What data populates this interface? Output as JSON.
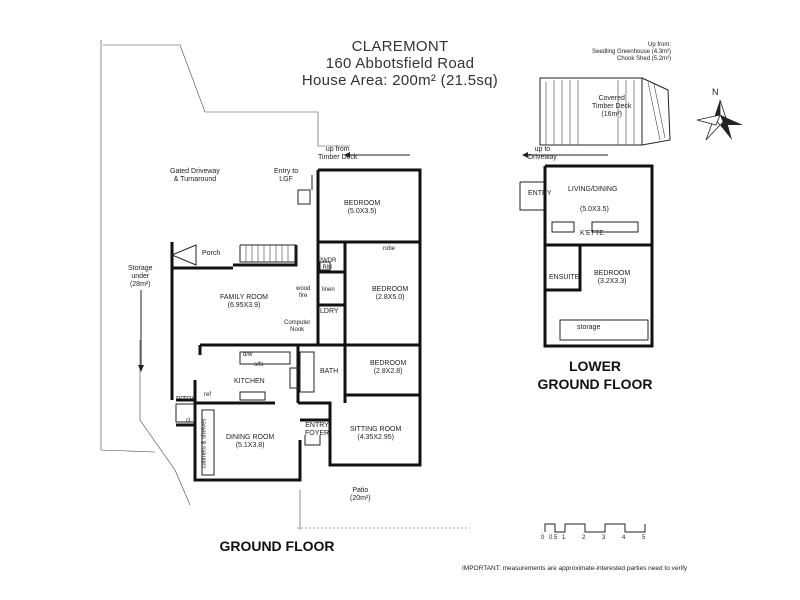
{
  "header": {
    "title": "CLAREMONT",
    "address": "160 Abbotsfield Road",
    "area": "House Area: 200m² (21.5sq)"
  },
  "ground_floor": {
    "title": "GROUND FLOOR",
    "labels": {
      "gated_driveway": "Gated Driveway\n& Turnaround",
      "storage_under": "Storage\nunder\n(28m²)",
      "entry_lgf": "Entry to\nLGF",
      "up_timber_deck": "up from\nTimber Deck",
      "bedroom1": "BEDROOM\n(5.0X3.5)",
      "porch": "Porch",
      "pwdr": "PWDR\nRM",
      "robe": "robe",
      "family_room": "FAMILY ROOM\n(6.95X3.9)",
      "wood_fire": "wood\nfire",
      "linen": "linen",
      "bedroom2": "BEDROOM\n(2.8X5.0)",
      "ldry": "LDRY",
      "computer_nook": "Computer\nNook",
      "dw": "d/w",
      "sfs": "s/fs",
      "kitchen": "KITCHEN",
      "bath": "BATH",
      "bedroom3": "BEDROOM\n(2.8X2.8)",
      "ptry": "P'TRY",
      "ref": "ref",
      "cl": "cl",
      "entry_foyer": "ENTRY\nFOYER",
      "cabinets": "cabinets & shelves",
      "dining_room": "DINING ROOM\n(5.1X3.8)",
      "sitting_room": "SITTING ROOM\n(4.35X2.95)",
      "patio": "Patio\n(20m²)"
    }
  },
  "lower_ground_floor": {
    "title": "LOWER\nGROUND FLOOR",
    "labels": {
      "up_from": "Up from:\nSeedling Greenhouse (4.3m²)\nChook Shed (5.2m²)",
      "covered_deck": "Covered\nTimber Deck\n(16m²)",
      "up_driveway": "up to\nDriveway",
      "entry": "ENTRY",
      "living_dining": "LIVING/DINING",
      "living_dims": "(5.0X3.5)",
      "kette": "K'ETTE",
      "ensuite": "ENSUITE",
      "bedroom": "BEDROOM\n(3.2X3.3)",
      "storage": "storage"
    }
  },
  "compass": {
    "label": "N"
  },
  "scale": {
    "ticks": [
      "0",
      "0.5",
      "1",
      "2",
      "3",
      "4",
      "5"
    ]
  },
  "footer": {
    "note": "IMPORTANT: measurements are approximate-interested parties need to verify"
  }
}
